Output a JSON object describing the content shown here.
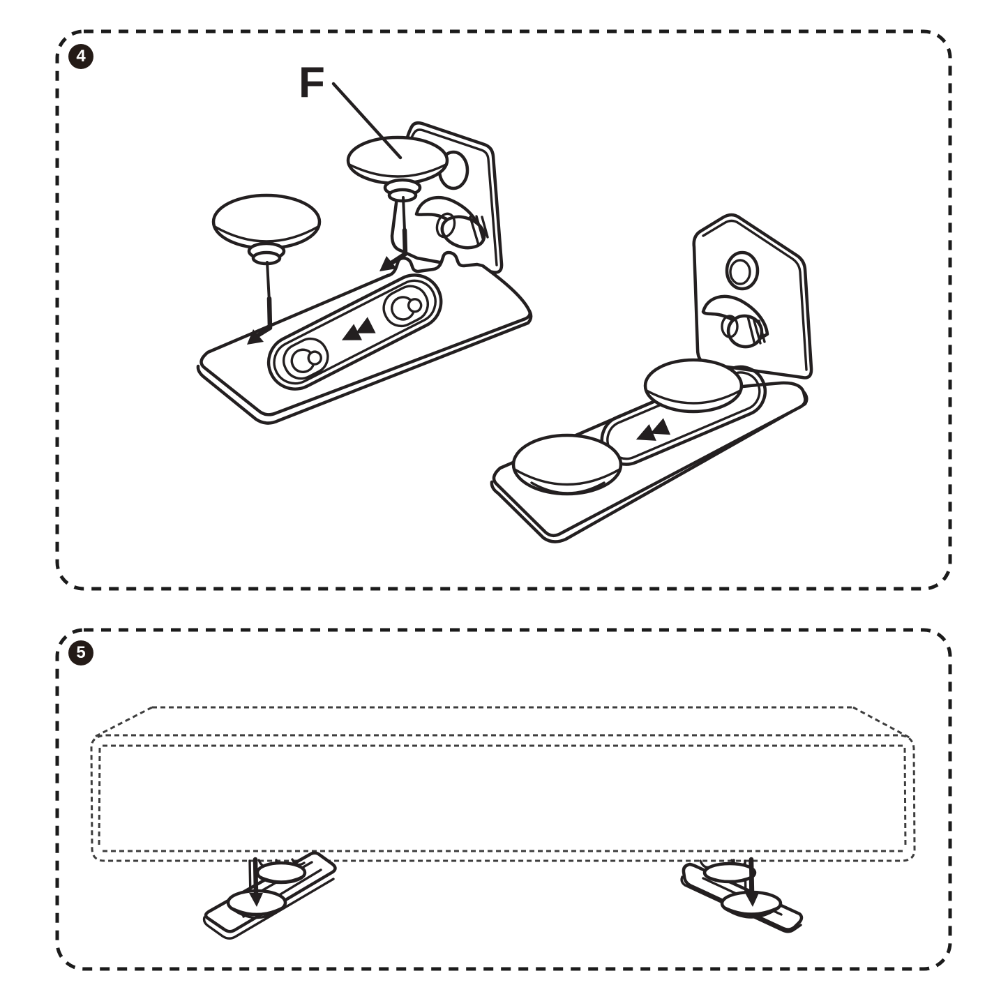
{
  "page": {
    "background": "#ffffff",
    "line_color": "#231f20",
    "panel_border_color": "#1b1b1b",
    "soundbar_dash_color": "#3d3d3d",
    "badge_bg": "#241b17",
    "badge_text_color": "#ffffff"
  },
  "steps": [
    {
      "badge": "4",
      "part_label": "F",
      "illustrations": [
        "wall-bracket-exploded-with-pads",
        "wall-bracket-assembled-with-pads"
      ]
    },
    {
      "badge": "5",
      "illustrations": [
        "soundbar-dashed-outline",
        "mounted-bracket-left",
        "mounted-bracket-right"
      ]
    }
  ]
}
